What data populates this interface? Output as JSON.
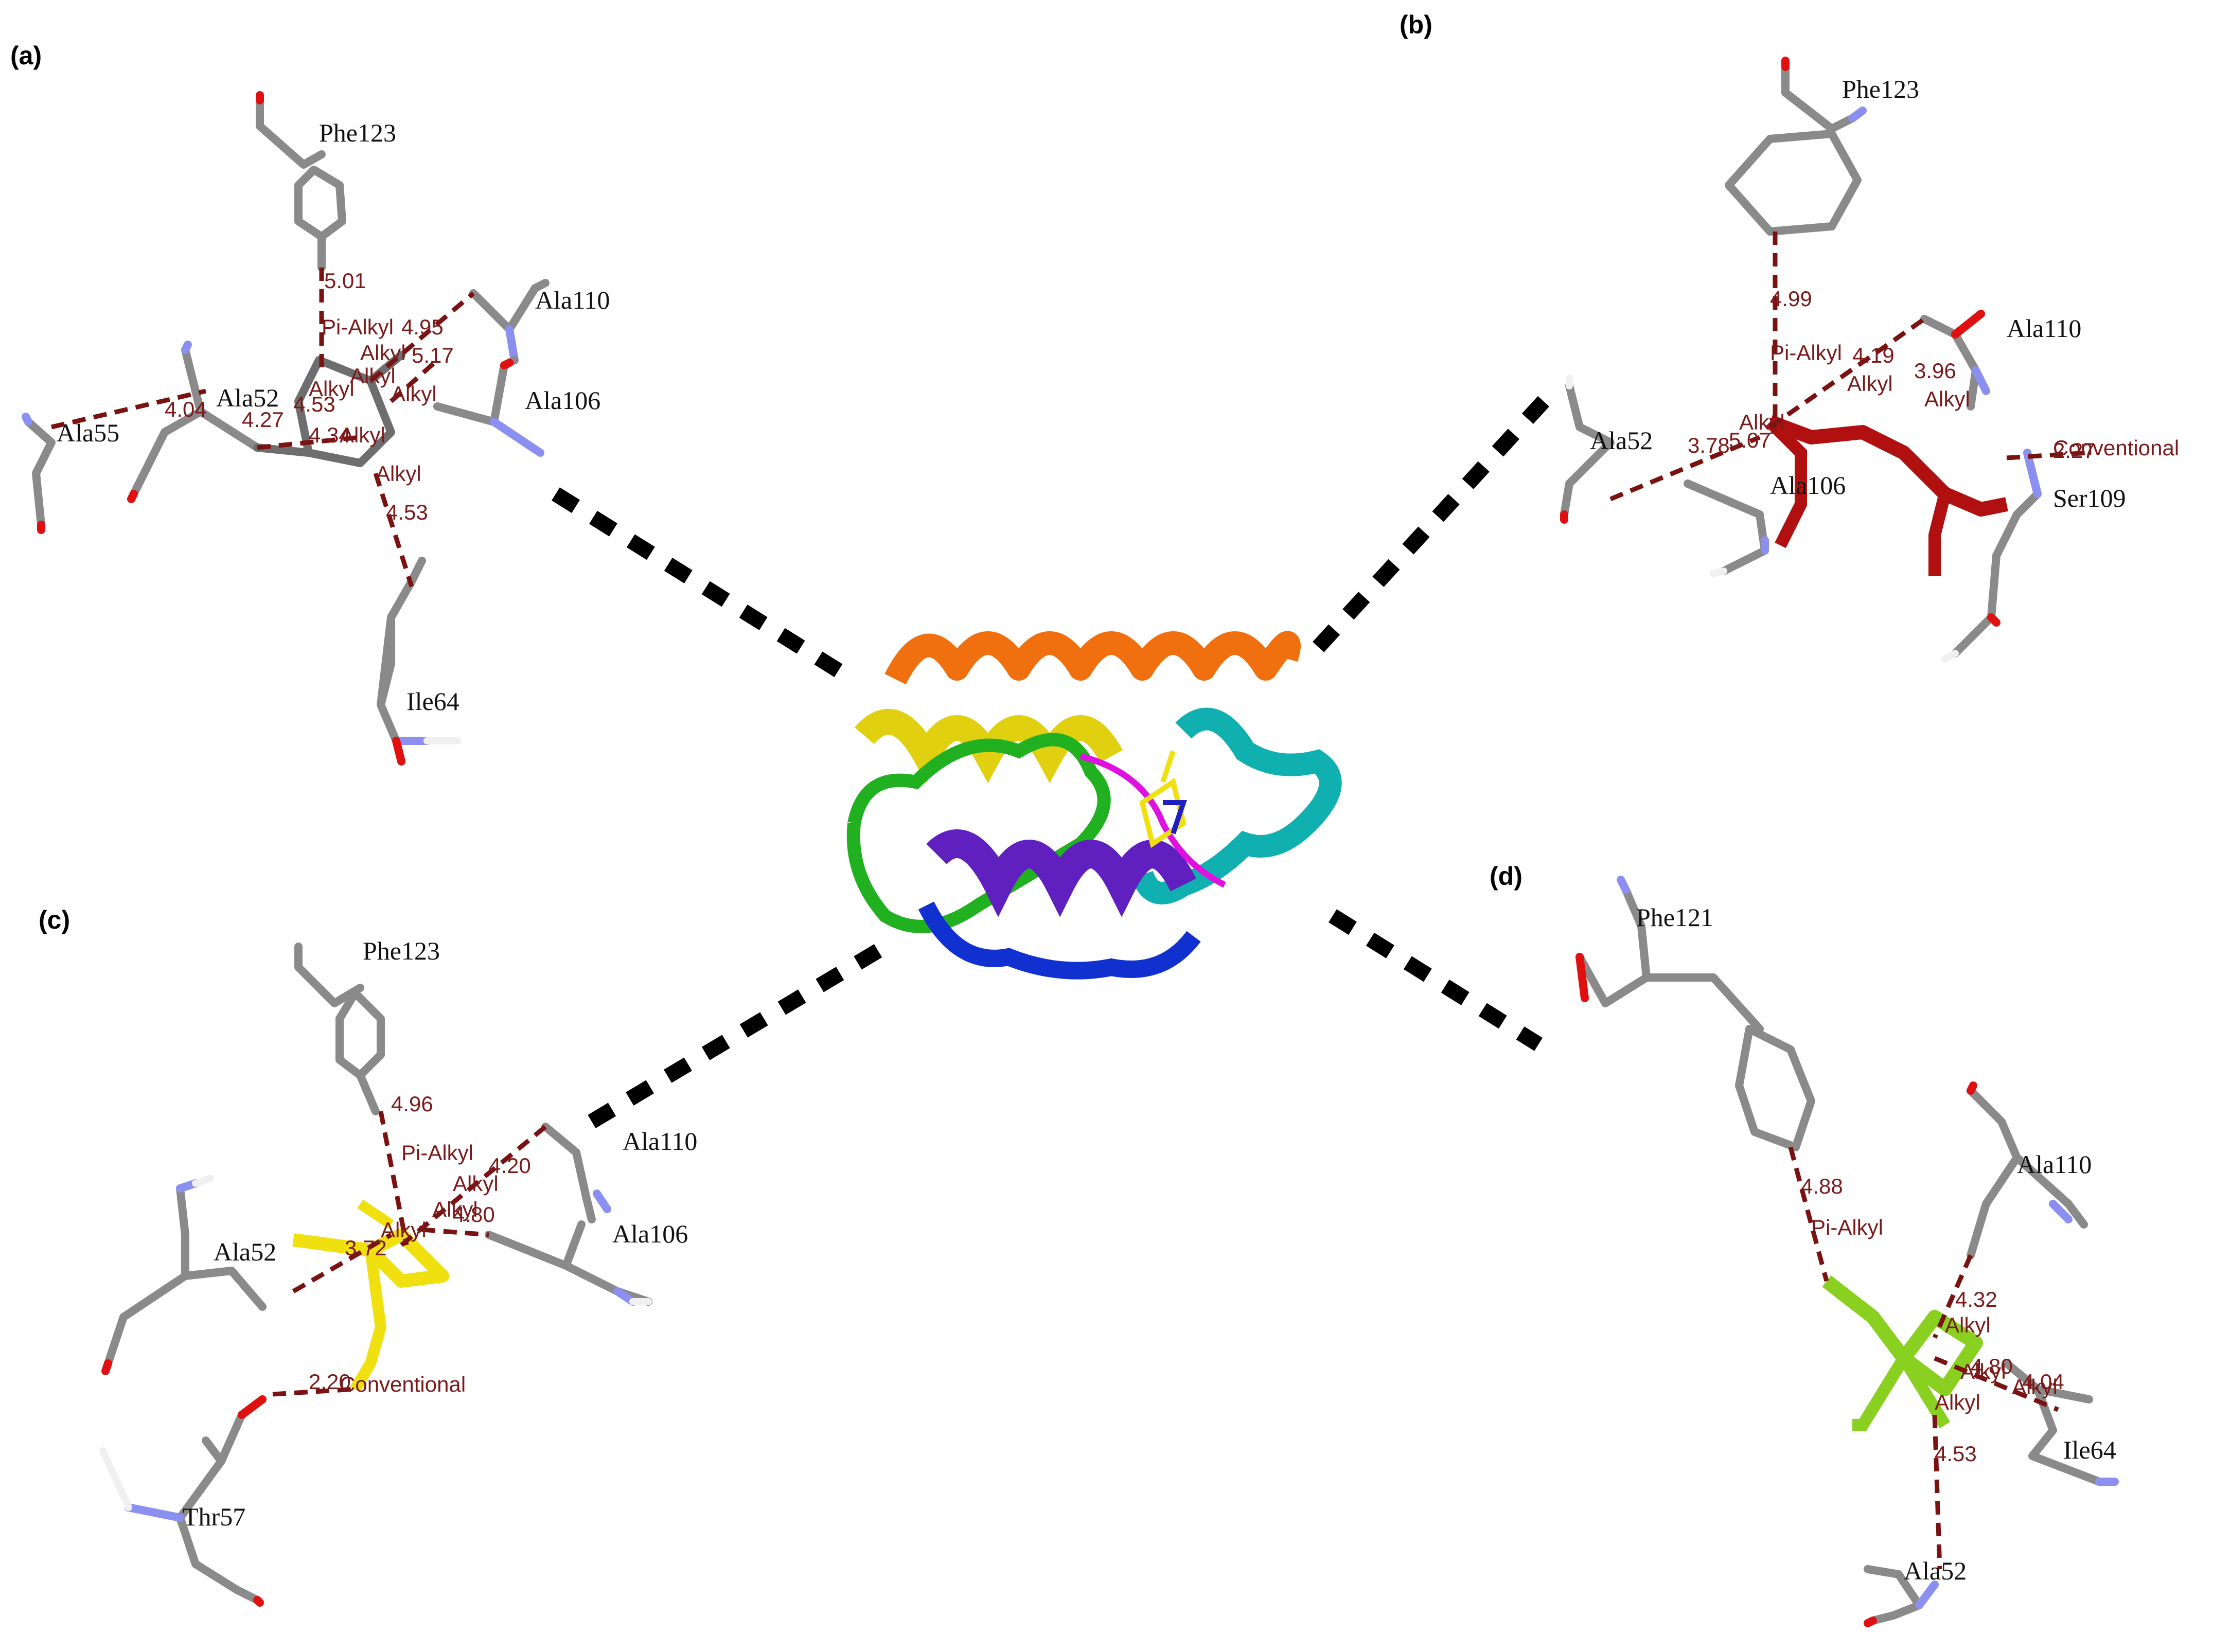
{
  "panels": {
    "a": {
      "tag": "(a)",
      "residues": [
        "Phe123",
        "Ala110",
        "Ala106",
        "Ala55",
        "Ala52",
        "Ile64"
      ],
      "distances": [
        "5.01",
        "4.95",
        "5.17",
        "4.04",
        "4.27",
        "4.53",
        "4.34",
        "4.53"
      ],
      "interactions": [
        "Pi-Alkyl",
        "Alkyl",
        "Alkyl",
        "Alkyl",
        "Alkyl",
        "Alkyl",
        "Alkyl"
      ]
    },
    "b": {
      "tag": "(b)",
      "residues": [
        "Phe123",
        "Ala110",
        "Ala52",
        "Ala106",
        "Ser109"
      ],
      "distances": [
        "4.99",
        "4.19",
        "3.96",
        "3.78",
        "5.07",
        "2.27"
      ],
      "interactions": [
        "Pi-Alkyl",
        "Alkyl",
        "Alkyl",
        "Alkyl",
        "Conventional"
      ]
    },
    "c": {
      "tag": "(c)",
      "residues": [
        "Phe123",
        "Ala110",
        "Ala106",
        "Ala52",
        "Thr57"
      ],
      "distances": [
        "4.96",
        "4.20",
        "4.80",
        "3.72",
        "2.20"
      ],
      "interactions": [
        "Pi-Alkyl",
        "Alkyl",
        "Alkyl",
        "Alkyl",
        "Conventional"
      ]
    },
    "d": {
      "tag": "(d)",
      "residues": [
        "Phe121",
        "Ala110",
        "Ile64",
        "Ala52"
      ],
      "distances": [
        "4.88",
        "4.32",
        "4.80",
        "4.04",
        "4.53"
      ],
      "interactions": [
        "Pi-Alkyl",
        "Alkyl",
        "Alkyl",
        "Alkyl",
        "Alkyl"
      ]
    }
  },
  "colors": {
    "carbon": "#8a8a8a",
    "oxygen": "#e01010",
    "nitrogen": "#8a8ff0",
    "bond": "#7a1212",
    "ligand_b": "#b01010",
    "ligand_c": "#f0e010",
    "ligand_d": "#8ad020"
  }
}
